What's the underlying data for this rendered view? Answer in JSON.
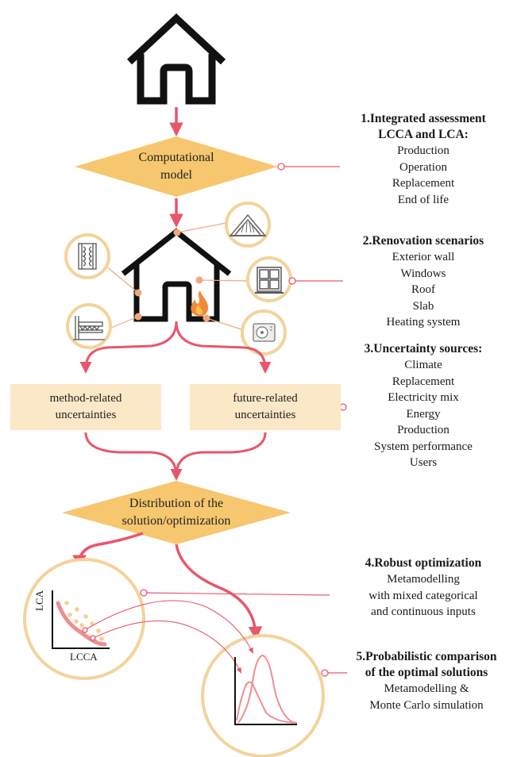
{
  "colors": {
    "pink": "#e8566c",
    "light_pink": "#f3a6a3",
    "orange": "#f0a87a",
    "circle_ring": "#f3d39c",
    "diamond": "#f6c76e",
    "box_fill": "#fbe8c6",
    "dots": "#f6cf96"
  },
  "diagram": {
    "diamond1": {
      "lines": [
        "Computational",
        "model"
      ]
    },
    "diamond2": {
      "lines": [
        "Distribution of the",
        "solution/optimization"
      ]
    },
    "box_left": {
      "lines": [
        "method-related",
        "uncertainties"
      ]
    },
    "box_right": {
      "lines": [
        "future-related",
        "uncertainties"
      ]
    },
    "icons": [
      "house-icon",
      "roof-icon",
      "wall-insulation-icon",
      "window-icon",
      "slab-icon",
      "heat-pump-icon",
      "fire-icon"
    ],
    "pareto_chart": {
      "ylabel": "LCA",
      "xlabel": "LCCA"
    }
  },
  "sections": [
    {
      "title_lines": [
        "1.Integrated assessment",
        "LCCA and LCA:"
      ],
      "items": [
        "Production",
        "Operation",
        "Replacement",
        "End of life"
      ]
    },
    {
      "title_lines": [
        "2.Renovation scenarios"
      ],
      "items": [
        "Exterior wall",
        "Windows",
        "Roof",
        "Slab",
        "Heating system"
      ]
    },
    {
      "title_lines": [
        "3.Uncertainty sources:"
      ],
      "items": [
        "Climate",
        "Replacement",
        "Electricity mix",
        "Energy",
        "Production",
        "System performance",
        "Users"
      ]
    },
    {
      "title_lines": [
        "4.Robust optimization"
      ],
      "items": [
        "Metamodelling",
        "with mixed categorical",
        "and continuous inputs"
      ]
    },
    {
      "title_lines": [
        "5.Probabilistic comparison",
        "of the optimal solutions"
      ],
      "items": [
        "Metamodelling &",
        "Monte Carlo simulation"
      ]
    }
  ]
}
